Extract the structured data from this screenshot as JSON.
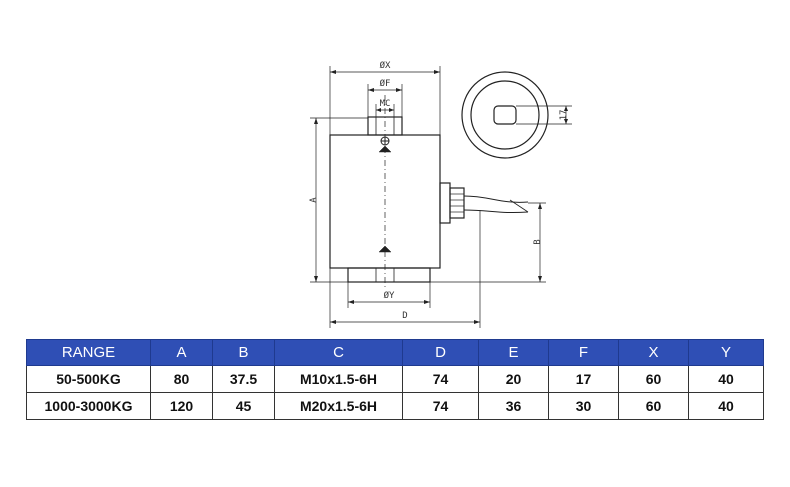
{
  "drawing": {
    "dimension_labels": {
      "x": "ØX",
      "f": "ØF",
      "mc": "MC",
      "y": "ØY",
      "d": "D",
      "a": "A",
      "b": "B",
      "hole": "17"
    }
  },
  "table": {
    "headers": [
      "RANGE",
      "A",
      "B",
      "C",
      "D",
      "E",
      "F",
      "X",
      "Y"
    ],
    "rows": [
      [
        "50-500KG",
        "80",
        "37.5",
        "M10x1.5-6H",
        "74",
        "20",
        "17",
        "60",
        "40"
      ],
      [
        "1000-3000KG",
        "120",
        "45",
        "M20x1.5-6H",
        "74",
        "36",
        "30",
        "60",
        "40"
      ]
    ]
  }
}
